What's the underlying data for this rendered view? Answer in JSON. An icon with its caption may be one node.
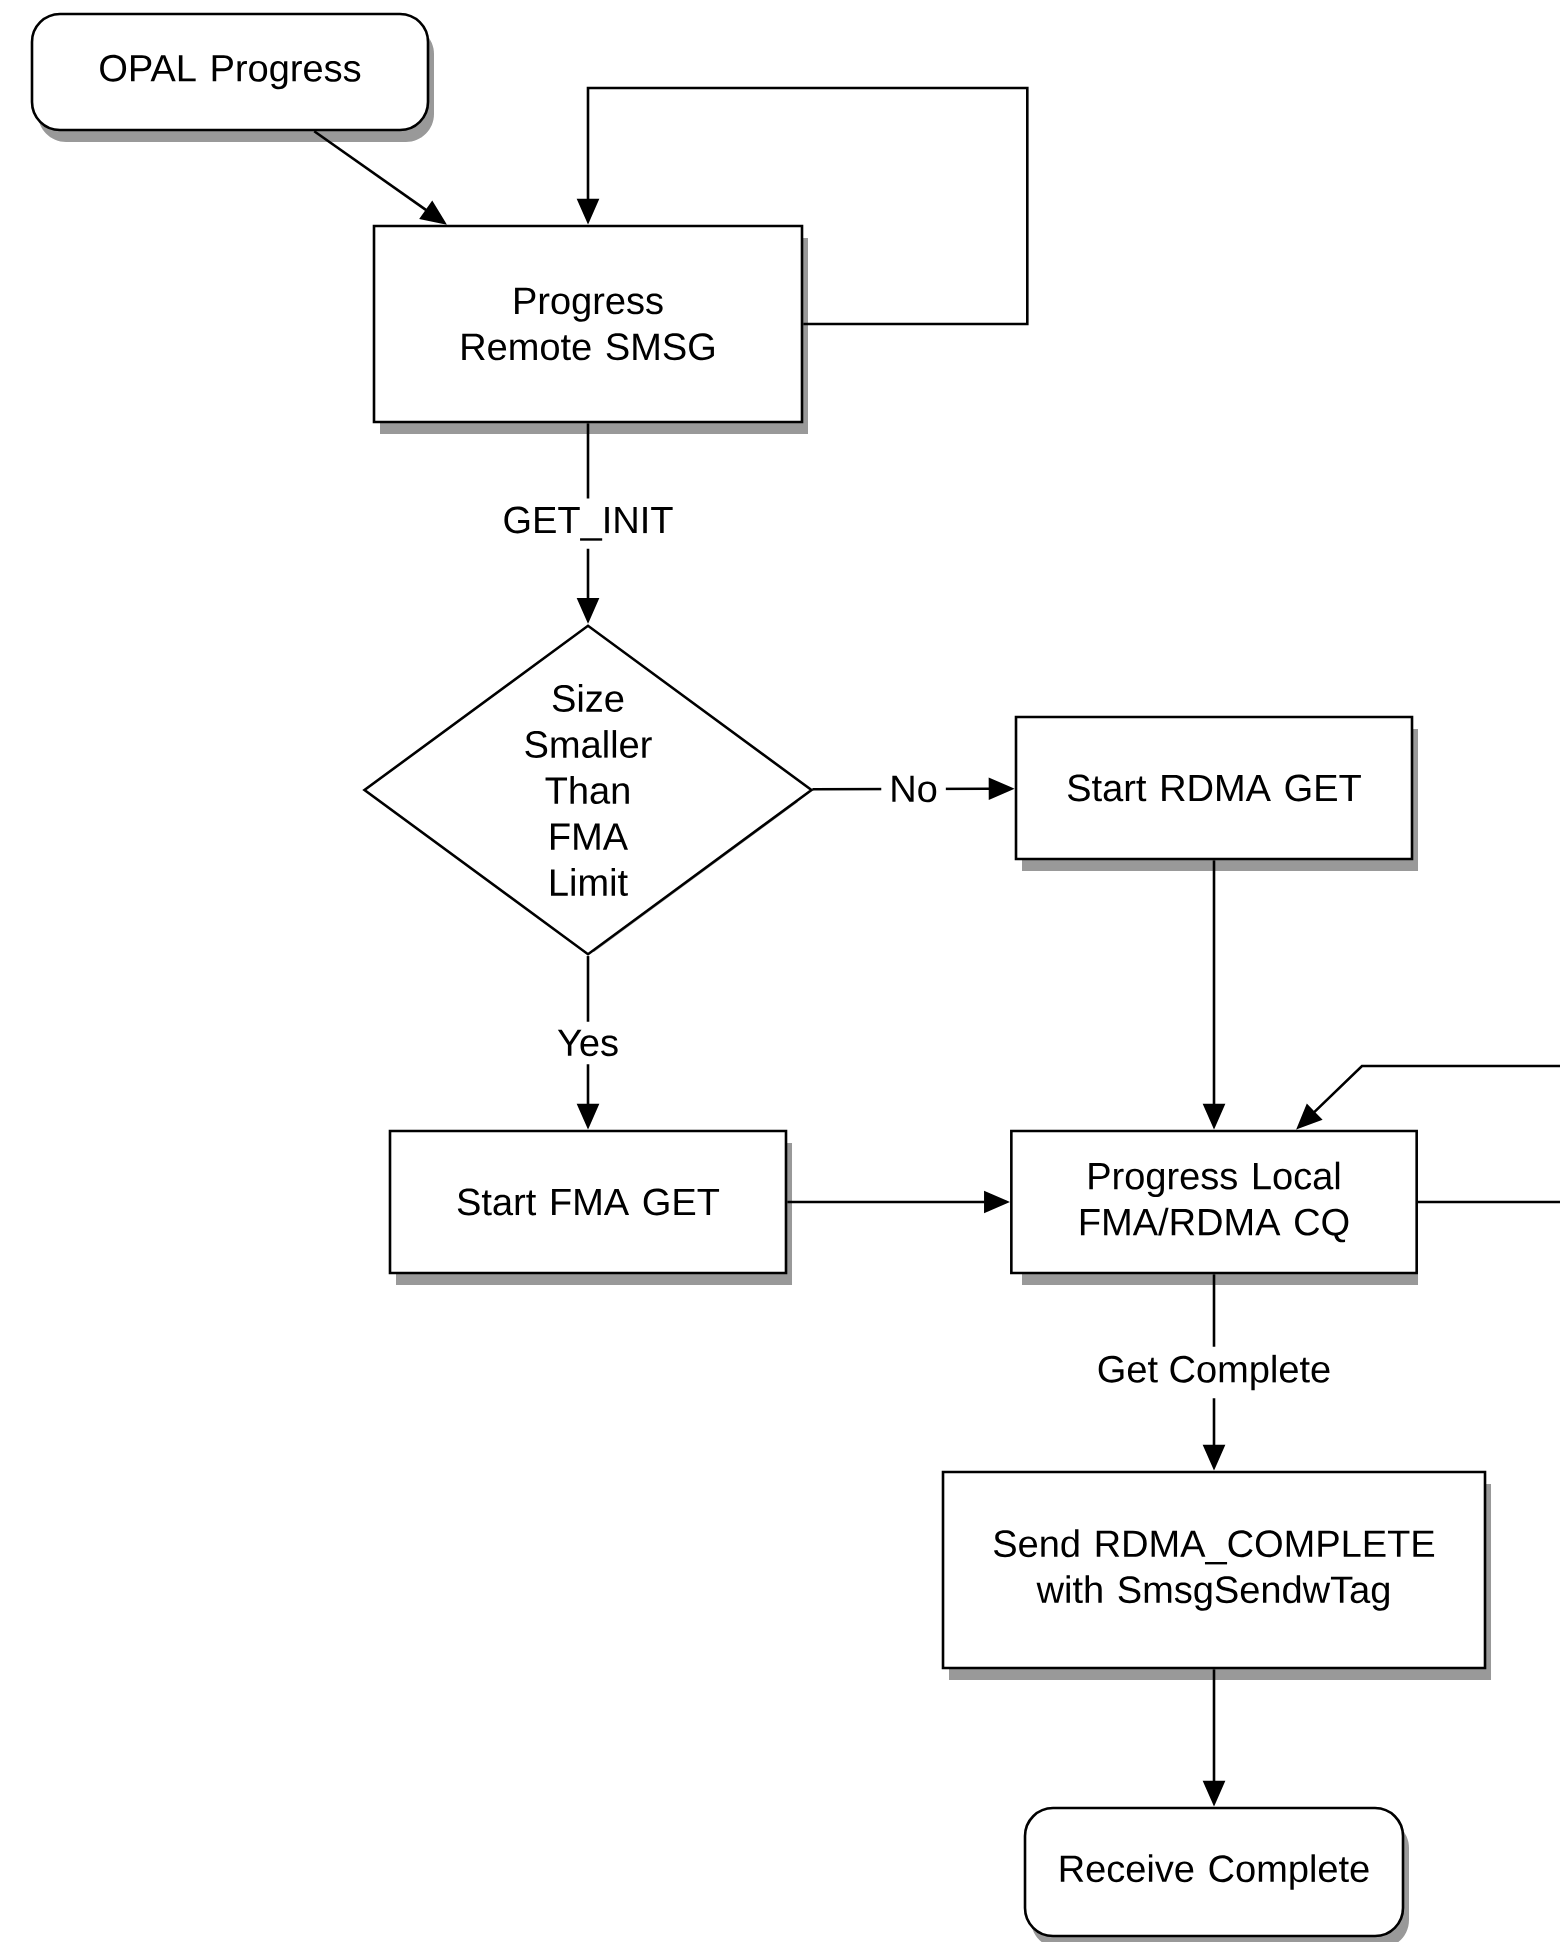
{
  "diagram": {
    "nodes": [
      {
        "text": [
          "OPAL Progress"
        ]
      },
      {
        "text": [
          "Progress Remote SMSG"
        ]
      },
      {
        "text": [
          "Size Smaller Than FMA Limit"
        ]
      },
      {
        "text": [
          "Start RDMA GET"
        ]
      },
      {
        "text": [
          "Start FMA GET"
        ]
      },
      {
        "text": [
          "Progress Local FMA/RDMA CQ"
        ]
      },
      {
        "text": [
          "Send RDMA_COMPLETE with SmsgSendwTag"
        ]
      },
      {
        "text": [
          "Receive Complete"
        ]
      }
    ],
    "edges": [
      {
        "from": 0,
        "to": 1,
        "arrow": "to"
      },
      {
        "from": 1,
        "to": 1,
        "arrow": "to"
      },
      {
        "from": 1,
        "to": 2,
        "arrow": "to",
        "label": "GET_INIT"
      },
      {
        "from": 2,
        "to": 3,
        "arrow": "to",
        "label": "No"
      },
      {
        "from": 2,
        "to": 4,
        "arrow": "to",
        "label": "Yes"
      },
      {
        "from": 3,
        "to": 5,
        "arrow": "to"
      },
      {
        "from": 4,
        "to": 5,
        "arrow": "to"
      },
      {
        "from": 5,
        "to": 5,
        "arrow": "to"
      },
      {
        "from": 5,
        "to": 6,
        "arrow": "to",
        "label": "Get Complete"
      },
      {
        "from": 6,
        "to": 7,
        "arrow": "to"
      }
    ]
  }
}
